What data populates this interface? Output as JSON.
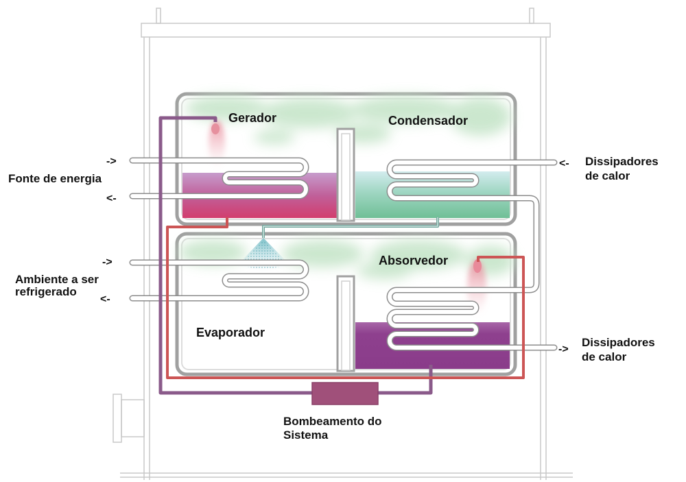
{
  "labels": {
    "gerador": "Gerador",
    "condensador": "Condensador",
    "absorvedor": "Absorvedor",
    "evaporador": "Evaporador",
    "fonte_energia": "Fonte de energia",
    "ambiente_line1": "Ambiente a ser",
    "ambiente_line2": "refrigerado",
    "dissipadores_top_line1": "Dissipadores",
    "dissipadores_top_line2": "de calor",
    "dissipadores_bottom_line1": "Dissipadores",
    "dissipadores_bottom_line2": "de calor",
    "bomba_line1": "Bombeamento do",
    "bomba_line2": "Sistema"
  },
  "arrows": {
    "fonte_in": "->",
    "fonte_out": "<-",
    "ambiente_in": "->",
    "ambiente_out": "<-",
    "dissip_top": "<-",
    "dissip_bottom": "->"
  },
  "colors": {
    "frame": "#c8c8c8",
    "vessel_wall": "#9a9a9a",
    "steam_green": "#cfe9d4",
    "generator_liquid": "#b5578f",
    "generator_liquid_top": "#c997c9",
    "condenser_liquid": "#7fc7a4",
    "condenser_liquid_top": "#c9e8e8",
    "absorber_liquid": "#8e3f8e",
    "purple_pipe": "#8a5a8a",
    "red_pipe": "#cc5555",
    "teal_pipe": "#6fa39a",
    "pump": "#a0507a",
    "plume_pink": "#ee9aa8"
  }
}
